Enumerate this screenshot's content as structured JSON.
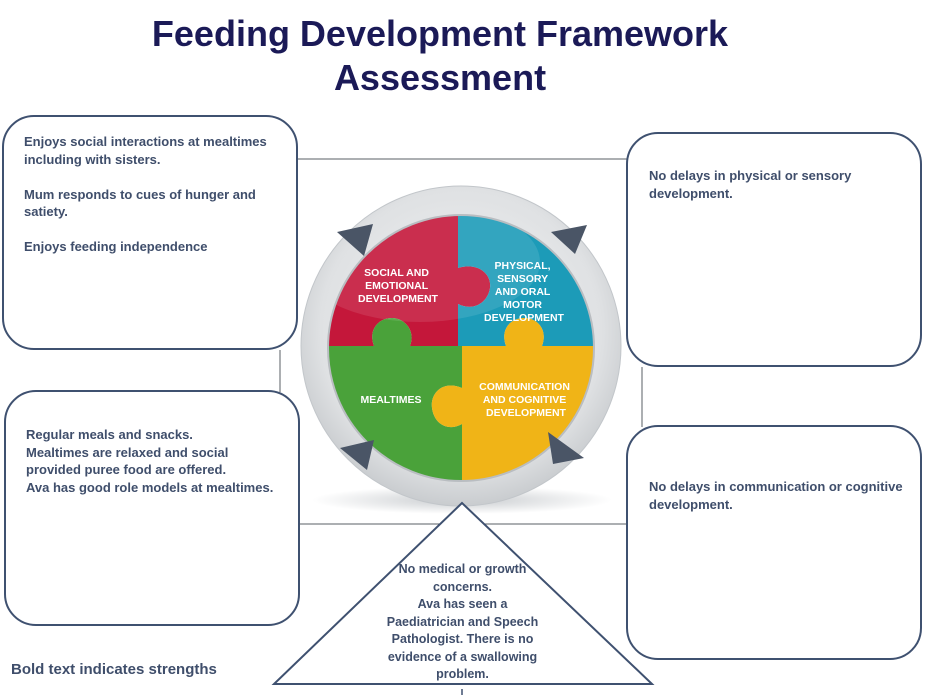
{
  "title": {
    "line1": "Feeding Development Framework",
    "line2": "Assessment"
  },
  "puzzle": {
    "social_emotional": [
      "SOCIAL AND",
      "EMOTIONAL",
      "DEVELOPMENT"
    ],
    "physical": [
      "PHYSICAL,",
      "SENSORY",
      "AND ORAL",
      "MOTOR",
      "DEVELOPMENT"
    ],
    "mealtimes": [
      "MEALTIMES"
    ],
    "communication": [
      "COMMUNICATION",
      "AND COGNITIVE",
      "DEVELOPMENT"
    ]
  },
  "boxes": {
    "social": {
      "p1": "Enjoys social interactions at mealtimes\nincluding with sisters.",
      "p2": "Mum  responds to cues of hunger and\nsatiety.",
      "p3": "Enjoys feeding independence"
    },
    "mealtimes": {
      "p1": "Regular meals and snacks.\nMealtimes are relaxed and social\nprovided puree food are offered.\nAva has good role models at mealtimes."
    },
    "physical": {
      "p1": "No delays in physical or sensory\ndevelopment."
    },
    "communication": {
      "p1": "No delays in communication or cognitive\ndevelopment."
    },
    "medical": {
      "text": "No medical or growth\nconcerns.\nAva has seen a\nPaediatrician and Speech\nPathologist.  There is no\nevidence of a  swallowing\nproblem."
    }
  },
  "legend": "Bold text indicates strengths",
  "colors": {
    "title": "#1b1a57",
    "text": "#3f4e6b",
    "border": "#3f5170",
    "red": "#c4173a",
    "teal": "#1c9bb8",
    "green": "#4aa23a",
    "yellow": "#f0b417",
    "ring": "#dcdee0",
    "arrow": "#4a5566"
  }
}
